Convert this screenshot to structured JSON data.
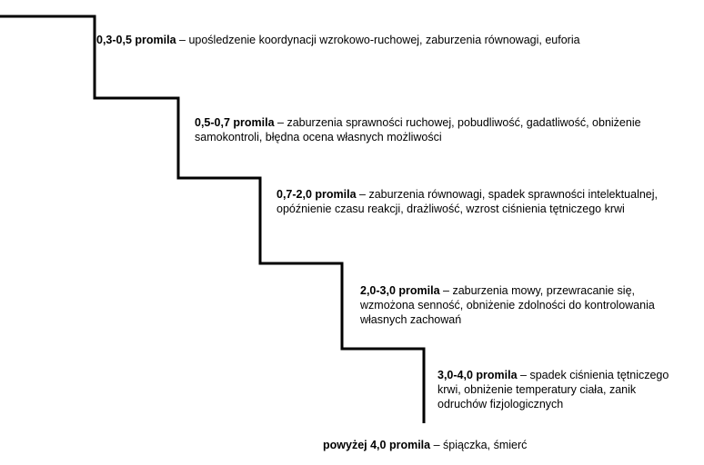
{
  "steps": [
    {
      "range": "0,3-0,5 promila",
      "separator": " – ",
      "lines": [
        "upośledzenie koordynacji wzrokowo-ruchowej, zaburzenia równowagi, euforia"
      ]
    },
    {
      "range": "0,5-0,7 promila",
      "separator": " – ",
      "lines": [
        "zaburzenia sprawności ruchowej, pobudliwość, gadatliwość, obniżenie",
        "samokontroli, błędna ocena własnych możliwości"
      ]
    },
    {
      "range": "0,7-2,0 promila",
      "separator": " – ",
      "lines": [
        "zaburzenia równowagi, spadek sprawności intelektualnej,",
        "opóźnienie czasu reakcji, drażliwość, wzrost ciśnienia tętniczego krwi"
      ]
    },
    {
      "range": "2,0-3,0 promila",
      "separator": " – ",
      "lines": [
        "zaburzenia mowy, przewracanie się,",
        "wzmożona senność, obniżenie zdolności do kontrolowania",
        "własnych zachowań"
      ]
    },
    {
      "range": "3,0-4,0 promila",
      "separator": " – ",
      "lines": [
        "spadek ciśnienia tętniczego",
        "krwi, obniżenie temperatury ciała, zanik",
        "odruchów fizjologicznych"
      ]
    },
    {
      "range": "powyżej 4,0 promila",
      "separator": " – ",
      "lines": [
        "śpiączka, śmierć"
      ]
    }
  ]
}
